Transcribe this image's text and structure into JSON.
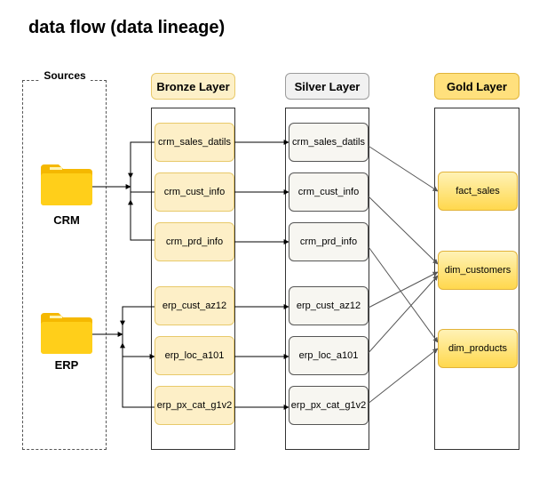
{
  "title": "data flow (data lineage)",
  "sources": {
    "label": "Sources",
    "items": [
      {
        "name": "CRM",
        "icon": "folder-icon"
      },
      {
        "name": "ERP",
        "icon": "folder-icon"
      }
    ]
  },
  "layers": {
    "bronze": {
      "header": "Bronze Layer",
      "nodes": [
        "crm_sales_datils",
        "crm_cust_info",
        "crm_prd_info",
        "erp_cust_az12",
        "erp_loc_a101",
        "erp_px_cat_g1v2"
      ]
    },
    "silver": {
      "header": "Silver Layer",
      "nodes": [
        "crm_sales_datils",
        "crm_cust_info",
        "crm_prd_info",
        "erp_cust_az12",
        "erp_loc_a101",
        "erp_px_cat_g1v2"
      ]
    },
    "gold": {
      "header": "Gold Layer",
      "nodes": [
        "fact_sales",
        "dim_customers",
        "dim_products"
      ]
    }
  },
  "colors": {
    "folder": "#ffc800",
    "bronze_fill": "#fdefc7",
    "silver_fill": "#f7f6f1",
    "gold_fill": "#ffd84d"
  }
}
